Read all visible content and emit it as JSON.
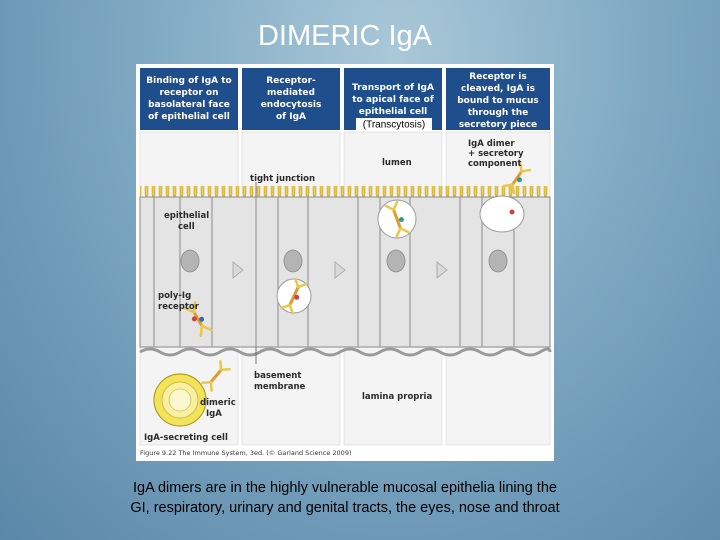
{
  "slide": {
    "title": "DIMERIC IgA",
    "caption_line1": "IgA dimers are in the highly vulnerable mucosal epithelia lining the",
    "caption_line2": "GI, respiratory, urinary and genital tracts, the eyes, nose and throat"
  },
  "figure": {
    "panels": [
      {
        "lines": [
          "Binding of IgA to",
          "receptor on",
          "basolateral face",
          "of epithelial cell"
        ]
      },
      {
        "lines": [
          "Receptor-",
          "mediated",
          "endocytosis",
          "of IgA"
        ]
      },
      {
        "lines": [
          "Transport of IgA",
          "to apical face of",
          "epithelial cell"
        ],
        "note": "(Transcytosis)"
      },
      {
        "lines": [
          "Receptor is",
          "cleaved, IgA is",
          "bound to mucus",
          "through the",
          "secretory piece"
        ]
      }
    ],
    "labels": {
      "tight_junction": "tight junction",
      "lumen": "lumen",
      "iga_dimer_sc_1": "IgA dimer",
      "iga_dimer_sc_2": "+ secretory",
      "iga_dimer_sc_3": "component",
      "epithelial_cell_1": "epithelial",
      "epithelial_cell_2": "cell",
      "poly_ig_receptor_1": "poly-Ig",
      "poly_ig_receptor_2": "receptor",
      "basement_membrane_1": "basement",
      "basement_membrane_2": "membrane",
      "lamina_propria": "lamina propria",
      "dimeric_iga_1": "dimeric",
      "dimeric_iga_2": "IgA",
      "iga_secreting_cell": "IgA-secreting cell",
      "credit": "Figure 9.22 The Immune System, 3ed. (© Garland Science 2009)"
    },
    "colors": {
      "panel_header": "#1f4e8c",
      "cell": "#e6e6e6",
      "membrane": "#999999",
      "microvilli": "#e8c84a",
      "nucleus": "#b8b8b8",
      "secreting_cell": "#f2e35a"
    }
  }
}
